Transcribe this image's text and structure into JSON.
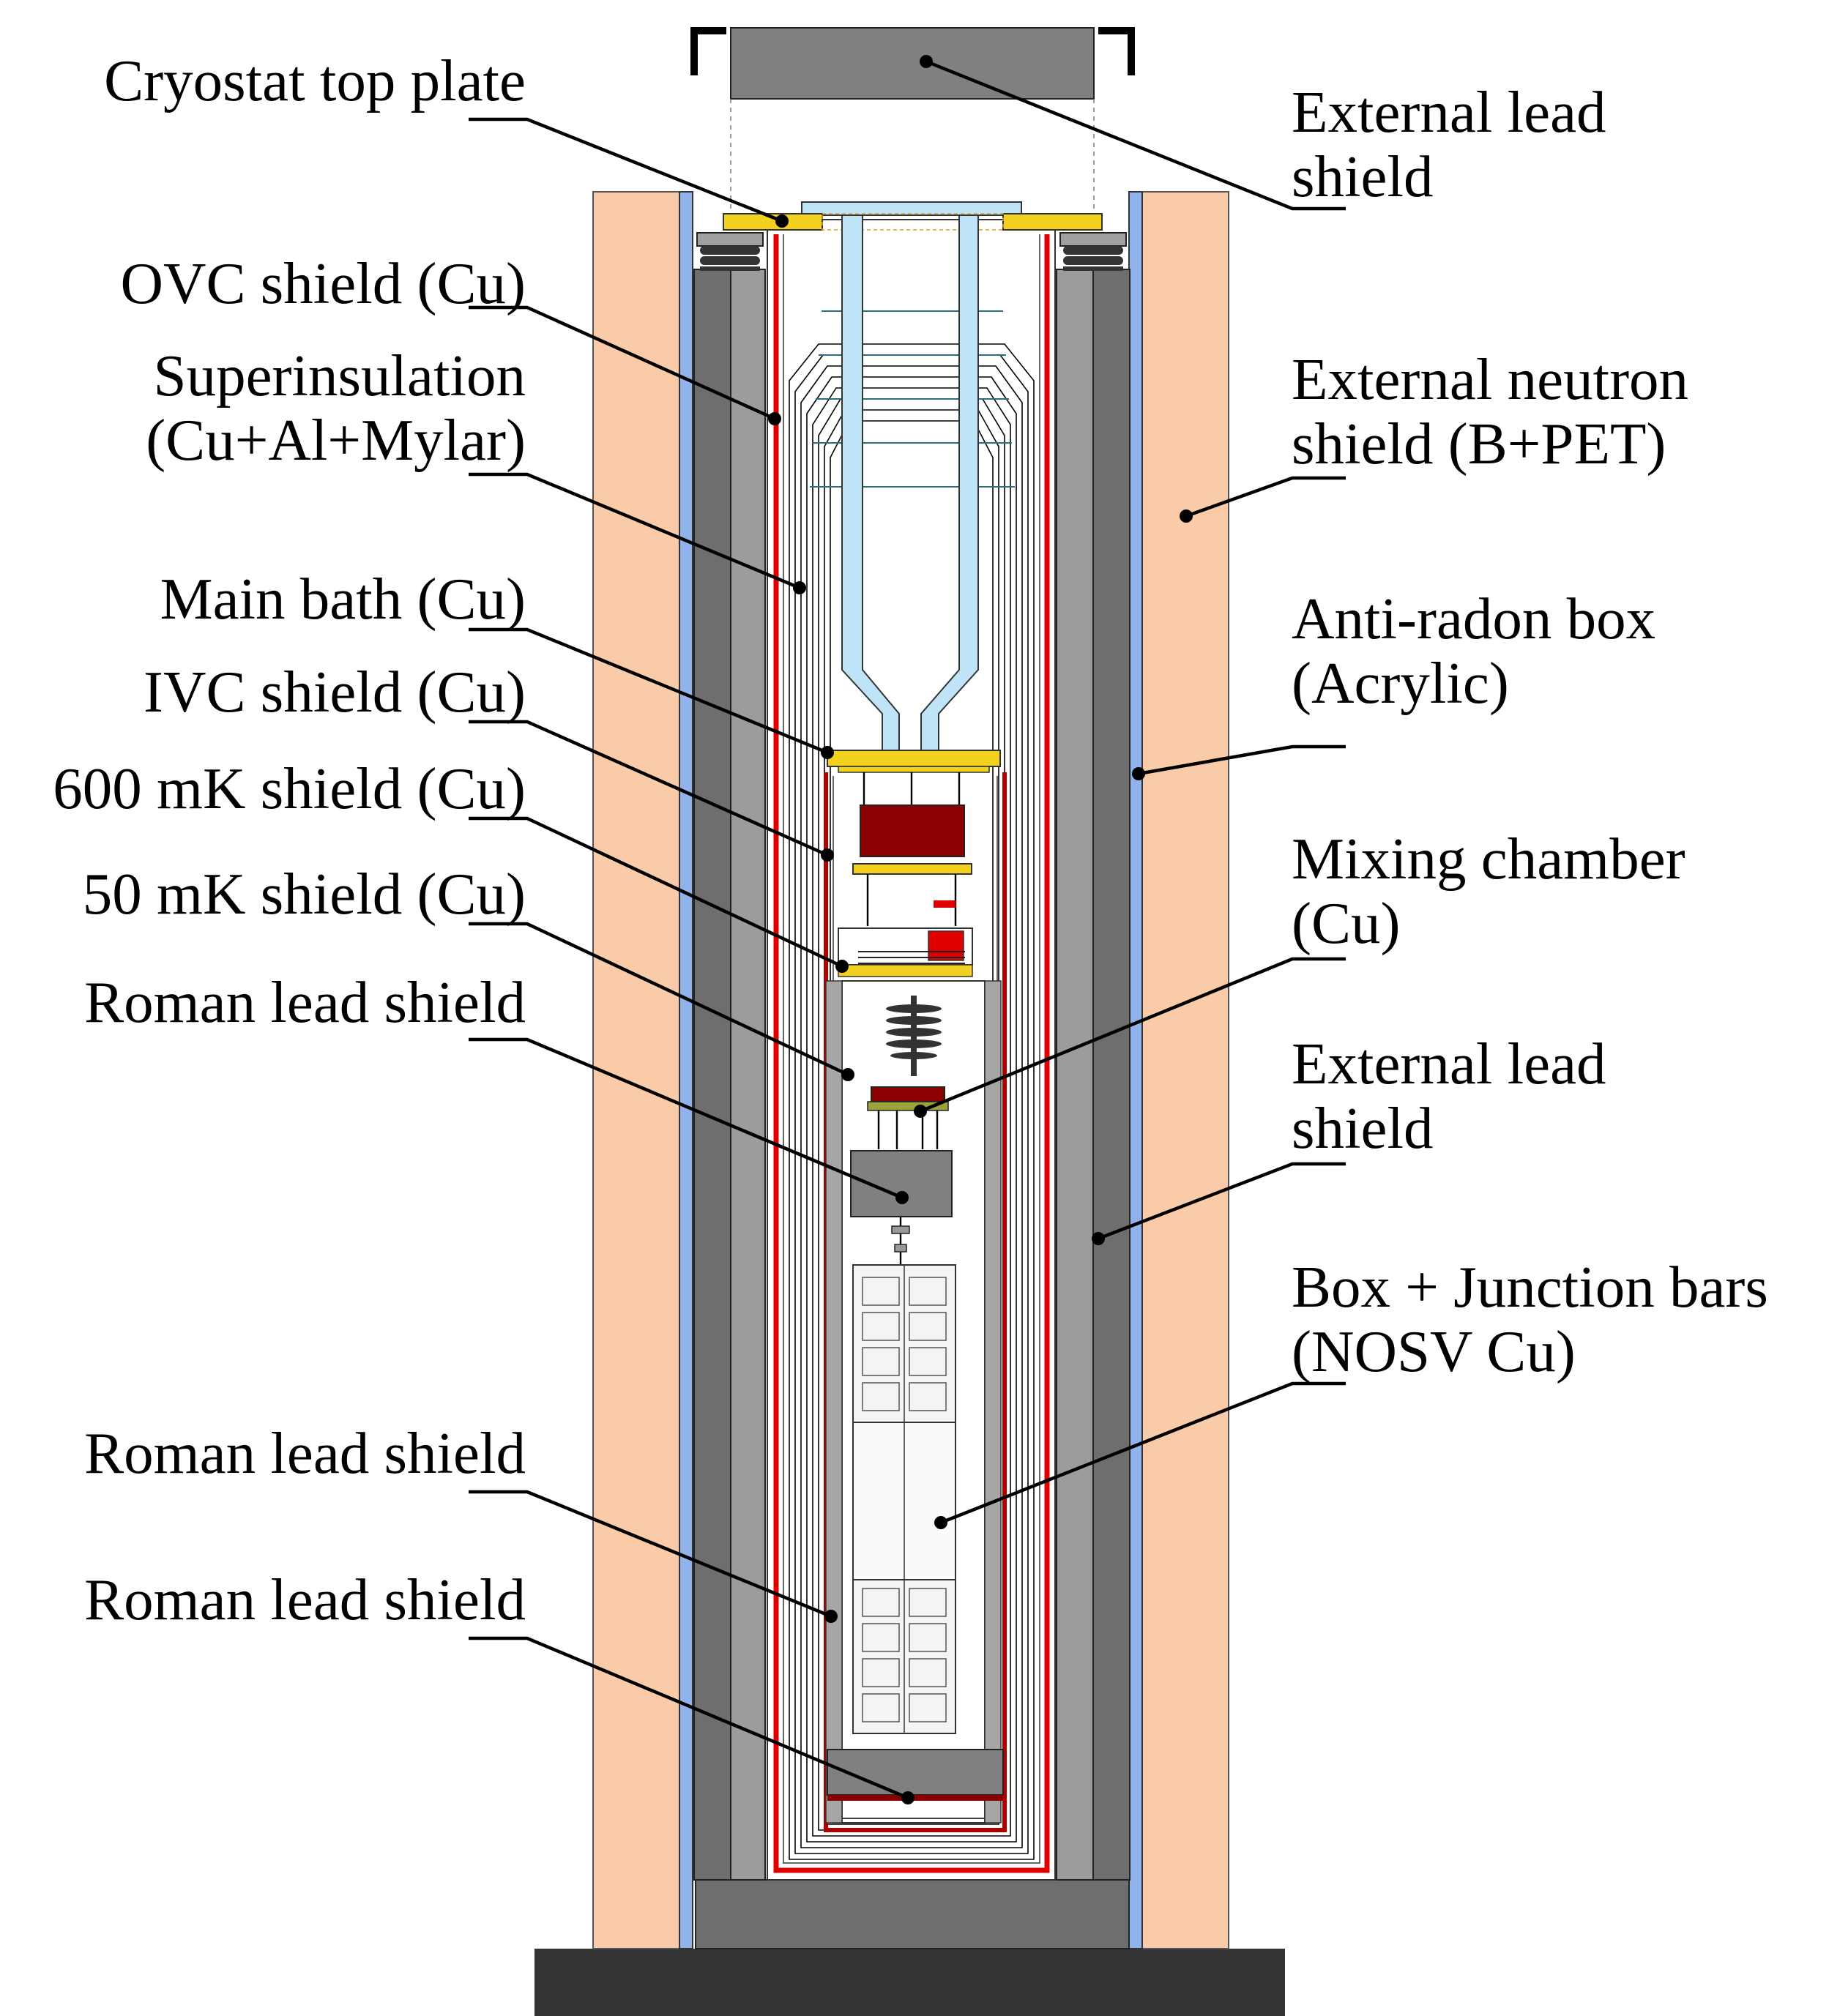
{
  "labels": {
    "cryostat_top_plate": [
      "Cryostat top plate"
    ],
    "ovc_shield": [
      "OVC shield (Cu)"
    ],
    "superinsulation": [
      "Superinsulation",
      "(Cu+Al+Mylar)"
    ],
    "main_bath": [
      "Main bath (Cu)"
    ],
    "ivc_shield": [
      "IVC shield (Cu)"
    ],
    "shield_600mk": [
      "600 mK shield (Cu)"
    ],
    "shield_50mk": [
      "50 mK shield (Cu)"
    ],
    "roman_lead_1": [
      "Roman lead shield"
    ],
    "roman_lead_2": [
      "Roman lead shield"
    ],
    "roman_lead_3": [
      "Roman lead shield"
    ],
    "external_lead_top": [
      "External lead",
      "shield"
    ],
    "external_neutron": [
      "External neutron",
      "shield (B+PET)"
    ],
    "anti_radon": [
      "Anti-radon box",
      "(Acrylic)"
    ],
    "mixing_chamber": [
      "Mixing chamber",
      "(Cu)"
    ],
    "external_lead_side": [
      "External lead",
      "shield"
    ],
    "box_junction": [
      "Box + Junction bars",
      "(NOSV Cu)"
    ]
  },
  "colors": {
    "neutron_shield": "#FACBA8",
    "anti_radon": "#8FB3EA",
    "lead": "#808080",
    "lead_dark": "#6E6E6E",
    "lead_light": "#A6A6A6",
    "copper_red": "#E00000",
    "plate_yellow": "#F3D21F",
    "pipe_blue": "#BFE3F7",
    "dark_red": "#8B0000",
    "olive": "#9BA23A",
    "floor": "#333333"
  }
}
